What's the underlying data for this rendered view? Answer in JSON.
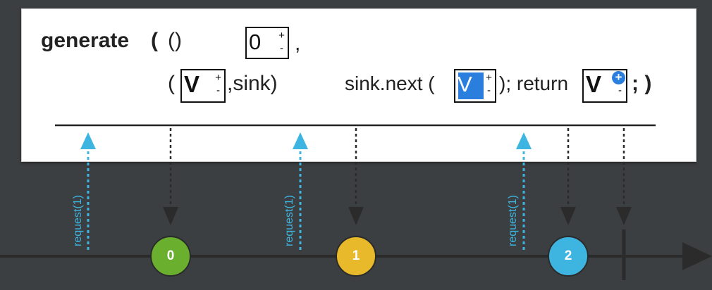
{
  "operator": {
    "name": "generate",
    "open_paren": "(",
    "empty_args": "()",
    "comma1": ",",
    "open_paren2": "(",
    "sink_arg": ",sink)",
    "sink_next": "sink.next (",
    "return_text": "); return",
    "end_text": "; )",
    "initial_state": "0",
    "state_var": "V",
    "plus": "+",
    "minus": "-"
  },
  "timeline": {
    "request_label": "request(1)",
    "emissions": [
      {
        "label": "0",
        "color": "#6ab02e"
      },
      {
        "label": "1",
        "color": "#e8b92a"
      },
      {
        "label": "2",
        "color": "#3db5e0"
      }
    ],
    "request_color": "#3db5e0"
  }
}
